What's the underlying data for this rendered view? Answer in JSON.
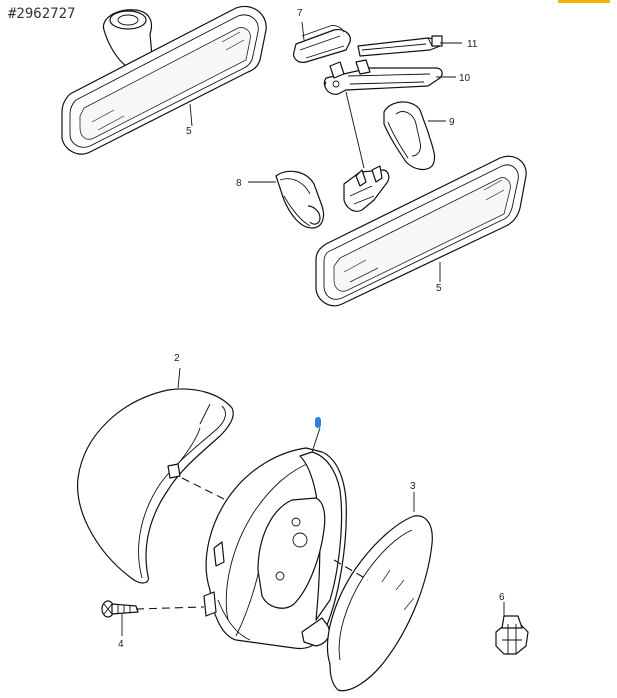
{
  "header": {
    "doc_id": "#2962727"
  },
  "accent_color": "#f4b400",
  "marker_color": "#2f7de1",
  "callouts": {
    "c2": "2",
    "c3": "3",
    "c4": "4",
    "c5a": "5",
    "c5b": "5",
    "c6": "6",
    "c7": "7",
    "c8": "8",
    "c9": "9",
    "c10": "10",
    "c11": "11"
  }
}
